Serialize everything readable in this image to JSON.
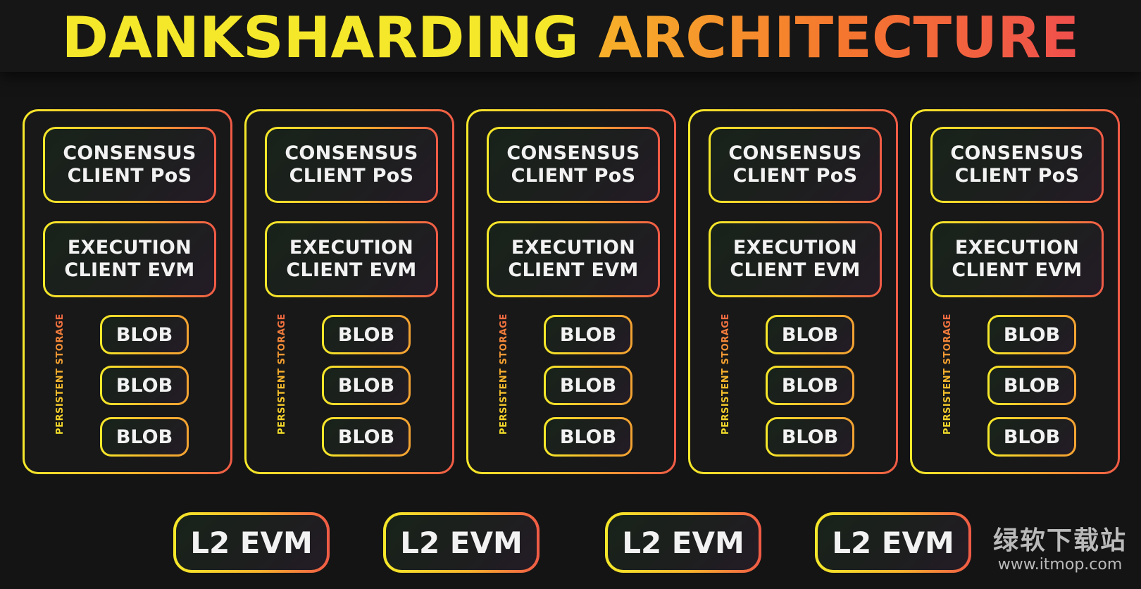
{
  "title": {
    "part1": "DANKSHARDING",
    "part2": "ARCHITECTURE"
  },
  "nodes": [
    {
      "consensus": [
        "CONSENSUS",
        "CLIENT PoS"
      ],
      "execution": [
        "EXECUTION",
        "CLIENT EVM"
      ],
      "storage_label": "PERSISTENT STORAGE",
      "blobs": [
        "BLOB",
        "BLOB",
        "BLOB"
      ]
    },
    {
      "consensus": [
        "CONSENSUS",
        "CLIENT PoS"
      ],
      "execution": [
        "EXECUTION",
        "CLIENT EVM"
      ],
      "storage_label": "PERSISTENT STORAGE",
      "blobs": [
        "BLOB",
        "BLOB",
        "BLOB"
      ]
    },
    {
      "consensus": [
        "CONSENSUS",
        "CLIENT PoS"
      ],
      "execution": [
        "EXECUTION",
        "CLIENT EVM"
      ],
      "storage_label": "PERSISTENT STORAGE",
      "blobs": [
        "BLOB",
        "BLOB",
        "BLOB"
      ]
    },
    {
      "consensus": [
        "CONSENSUS",
        "CLIENT PoS"
      ],
      "execution": [
        "EXECUTION",
        "CLIENT EVM"
      ],
      "storage_label": "PERSISTENT STORAGE",
      "blobs": [
        "BLOB",
        "BLOB",
        "BLOB"
      ]
    },
    {
      "consensus": [
        "CONSENSUS",
        "CLIENT PoS"
      ],
      "execution": [
        "EXECUTION",
        "CLIENT EVM"
      ],
      "storage_label": "PERSISTENT STORAGE",
      "blobs": [
        "BLOB",
        "BLOB",
        "BLOB"
      ]
    }
  ],
  "l2": [
    "L2 EVM",
    "L2 EVM",
    "L2 EVM",
    "L2 EVM"
  ],
  "watermark": {
    "name": "绿软下载站",
    "url": "www.itmop.com"
  },
  "colors": {
    "background": "#141414",
    "title_yellow": "#f5e72a",
    "gradient_start": "#f5e82a",
    "gradient_mid": "#f8b22c",
    "gradient_end": "#f05a46"
  }
}
